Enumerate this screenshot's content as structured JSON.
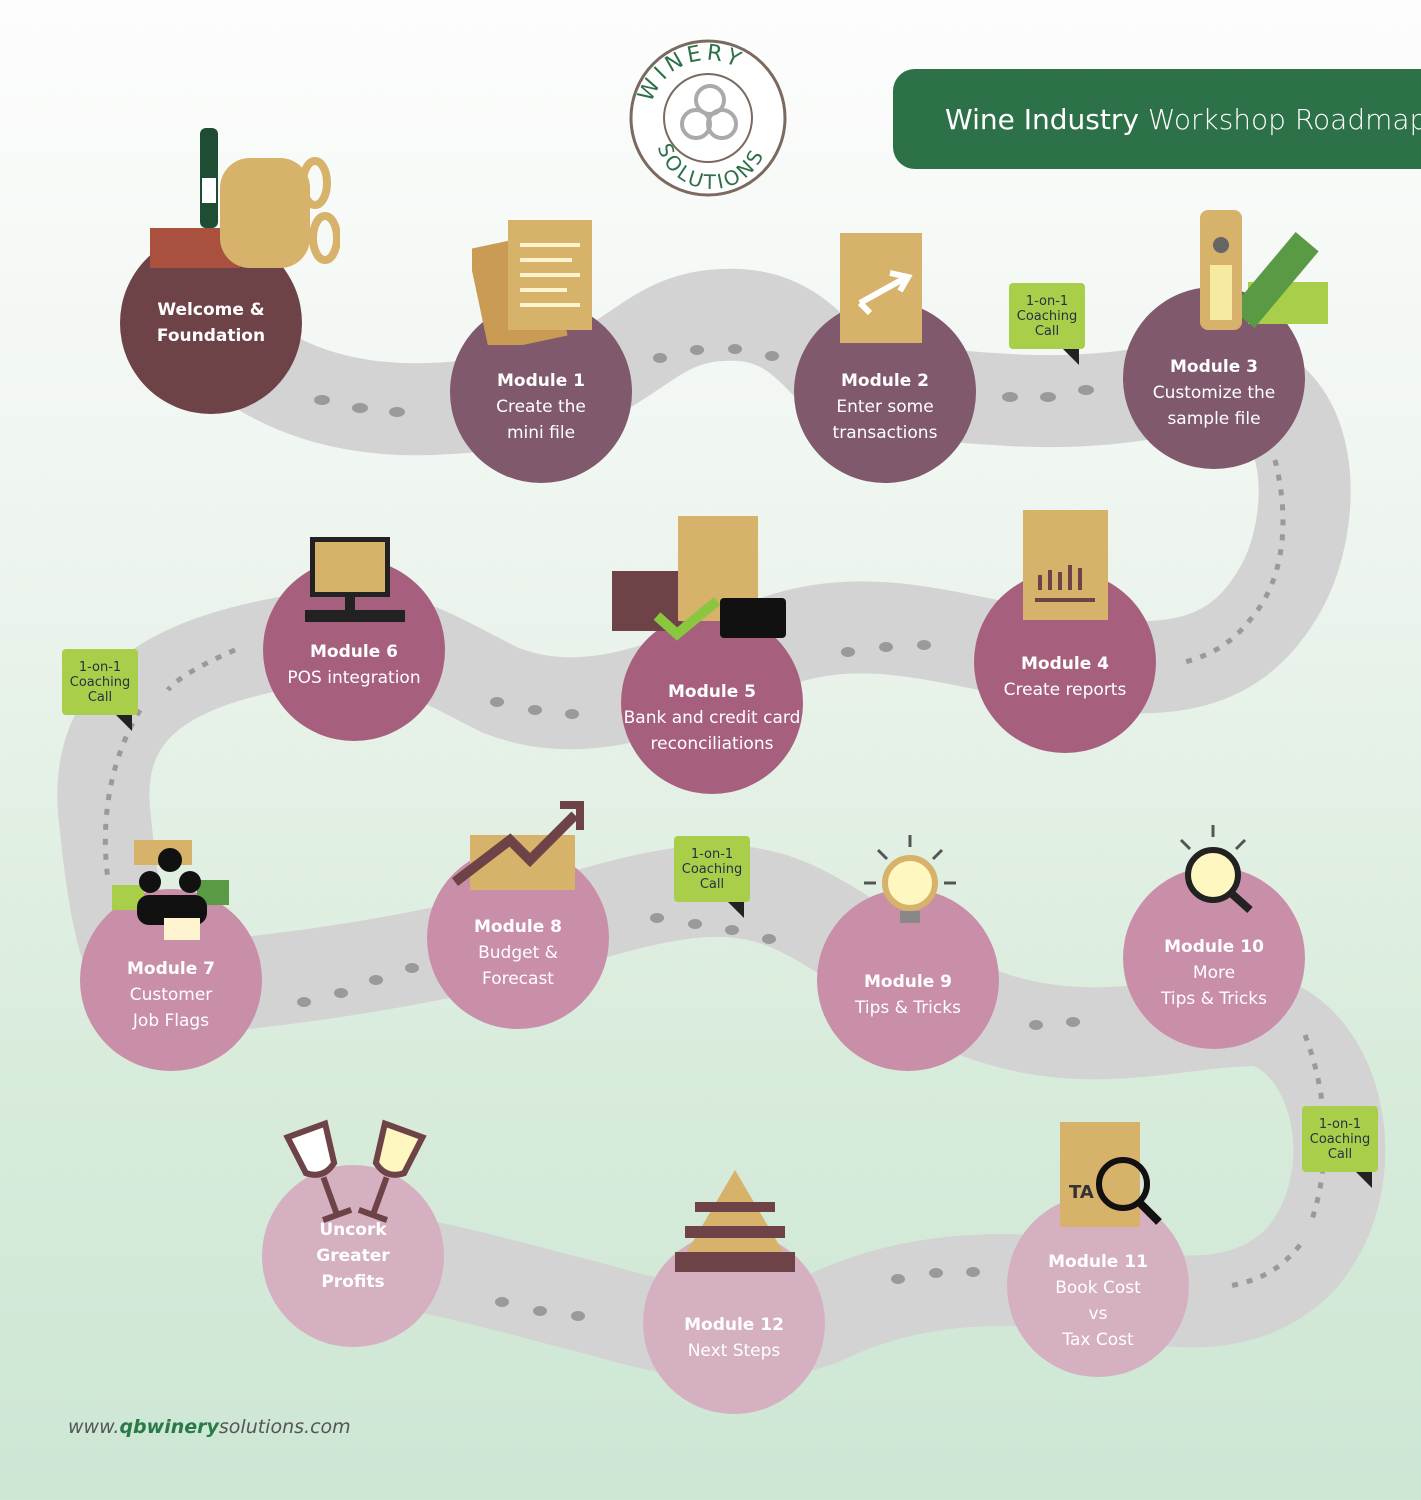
{
  "header": {
    "title_bold_part": "Wine Industry",
    "title_rest": "Workshop Roadmap"
  },
  "logo": {
    "top_text": "WINERY",
    "bottom_text": "SOLUTIONS"
  },
  "colors": {
    "title_bg": "#2d7149",
    "road": "#d3d3d3",
    "badge": "#a9cf4a",
    "stage1": "#6e4347",
    "stage2": "#80596c",
    "stage3": "#a6607e",
    "stage4": "#c98fa8",
    "stage5": "#d4b0c1"
  },
  "nodes": [
    {
      "title": "Welcome &",
      "lines": [
        "Foundation"
      ],
      "bold_all": true
    },
    {
      "title": "Module 1",
      "lines": [
        "Create the",
        "mini file"
      ]
    },
    {
      "title": "Module 2",
      "lines": [
        "Enter some",
        "transactions"
      ]
    },
    {
      "title": "Module 3",
      "lines": [
        "Customize the",
        "sample file"
      ]
    },
    {
      "title": "Module 4",
      "lines": [
        "Create reports"
      ]
    },
    {
      "title": "Module 5",
      "lines": [
        "Bank and credit card",
        "reconciliations"
      ]
    },
    {
      "title": "Module 6",
      "lines": [
        "POS integration"
      ]
    },
    {
      "title": "Module 7",
      "lines": [
        "Customer",
        "Job Flags"
      ]
    },
    {
      "title": "Module 8",
      "lines": [
        "Budget &",
        "Forecast"
      ]
    },
    {
      "title": "Module 9",
      "lines": [
        "Tips & Tricks"
      ]
    },
    {
      "title": "Module 10",
      "lines": [
        "More",
        "Tips & Tricks"
      ]
    },
    {
      "title": "Module 11",
      "lines": [
        "Book Cost",
        "vs",
        "Tax Cost"
      ]
    },
    {
      "title": "Module 12",
      "lines": [
        "Next Steps"
      ]
    },
    {
      "title": "Uncork",
      "lines": [
        "Greater",
        "Profits"
      ],
      "bold_all": true
    }
  ],
  "coaching": {
    "line1": "1-on-1",
    "line2": "Coaching",
    "line3": "Call"
  },
  "footer": {
    "prefix": "www.",
    "bold": "qbwinery",
    "suffix": "solutions.com"
  }
}
